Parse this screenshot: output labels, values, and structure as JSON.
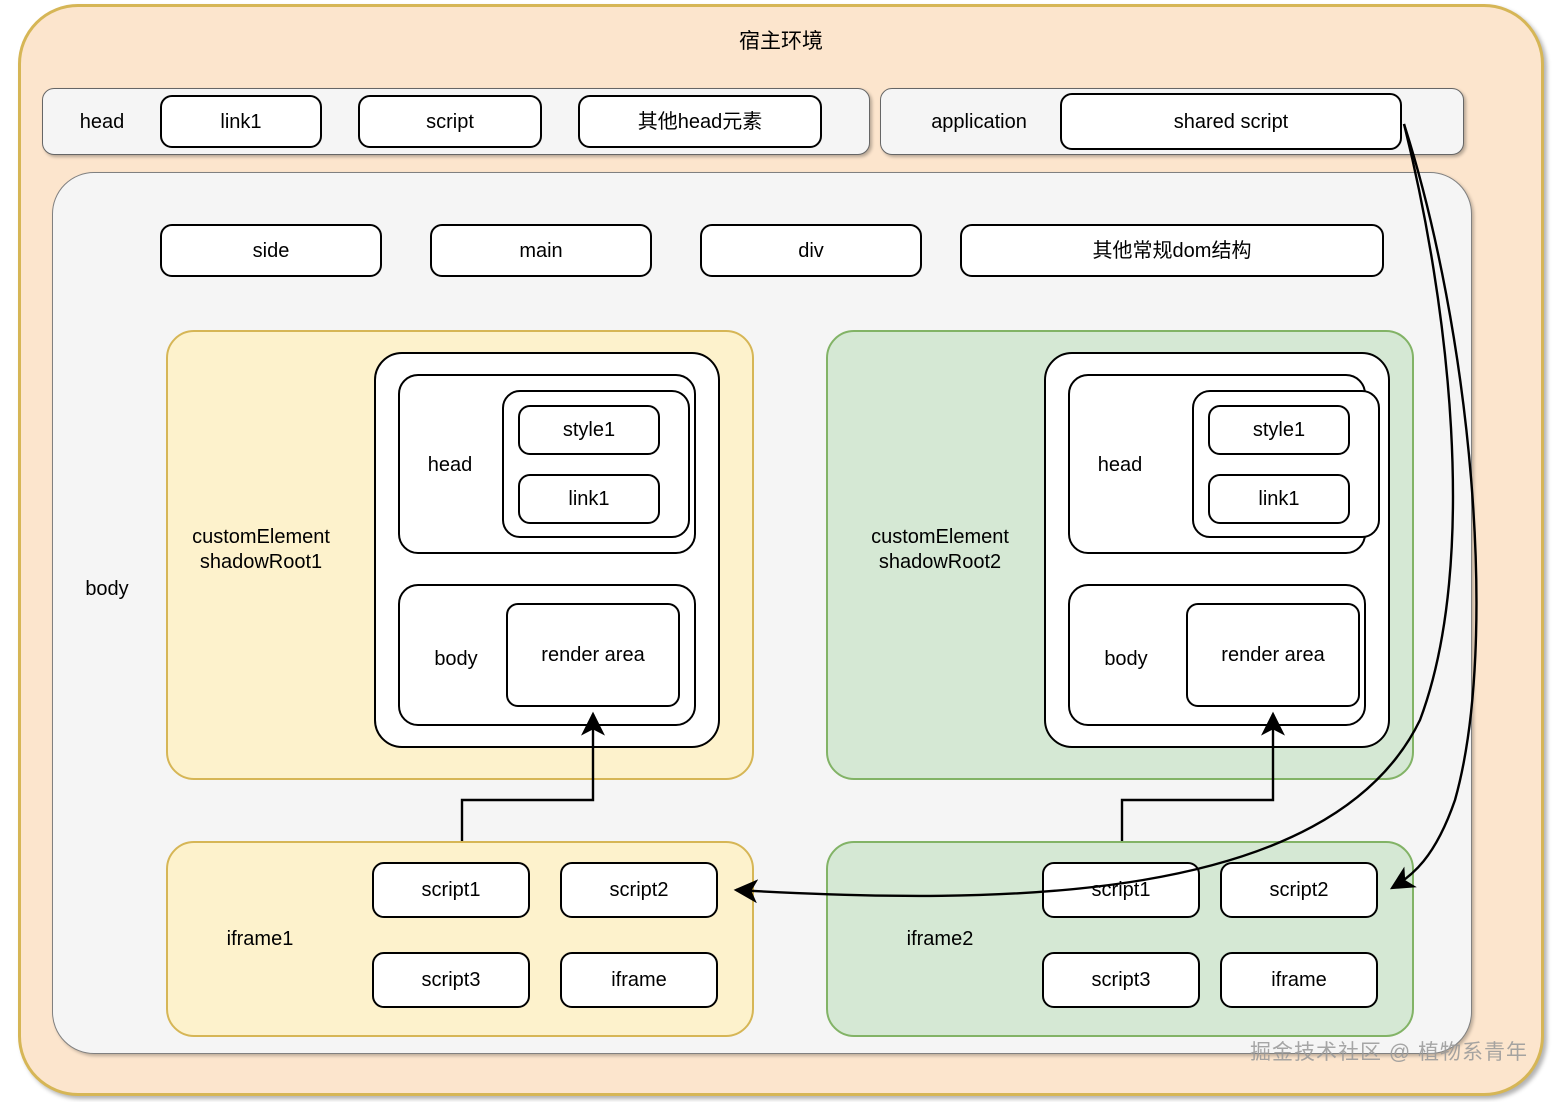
{
  "diagram": {
    "title": "宿主环境",
    "watermark": "掘金技术社区 @ 植物系青年"
  },
  "head_panel": {
    "label": "head",
    "items": [
      "link1",
      "script",
      "其他head元素"
    ]
  },
  "application_panel": {
    "label": "application",
    "items": [
      "shared script"
    ]
  },
  "body_container": {
    "label": "body",
    "dom_items": [
      "side",
      "main",
      "div",
      "其他常规dom结构"
    ]
  },
  "shadow_roots": [
    {
      "label": "customElement\nshadowRoot1",
      "color": "#fdf2cc",
      "border": "#d6b656",
      "head": {
        "label": "head",
        "items": [
          "style1",
          "link1"
        ]
      },
      "body": {
        "label": "body",
        "items": [
          "render area"
        ]
      }
    },
    {
      "label": "customElement\nshadowRoot2",
      "color": "#d5e8d4",
      "border": "#82b366",
      "head": {
        "label": "head",
        "items": [
          "style1",
          "link1"
        ]
      },
      "body": {
        "label": "body",
        "items": [
          "render area"
        ]
      }
    }
  ],
  "iframes": [
    {
      "label": "iframe1",
      "color": "#fdf2cc",
      "border": "#d6b656",
      "items": [
        "script1",
        "script2",
        "script3",
        "iframe"
      ]
    },
    {
      "label": "iframe2",
      "color": "#d5e8d4",
      "border": "#82b366",
      "items": [
        "script1",
        "script2",
        "script3",
        "iframe"
      ]
    }
  ],
  "colors": {
    "host_fill": "#fce5cd",
    "host_border": "#d6b656",
    "panel_fill": "#f5f5f5",
    "panel_border": "#666666",
    "yellow_fill": "#fdf2cc",
    "yellow_border": "#d6b656",
    "green_fill": "#d5e8d4",
    "green_border": "#82b366",
    "node_border": "#000000",
    "arrow": "#000000"
  }
}
